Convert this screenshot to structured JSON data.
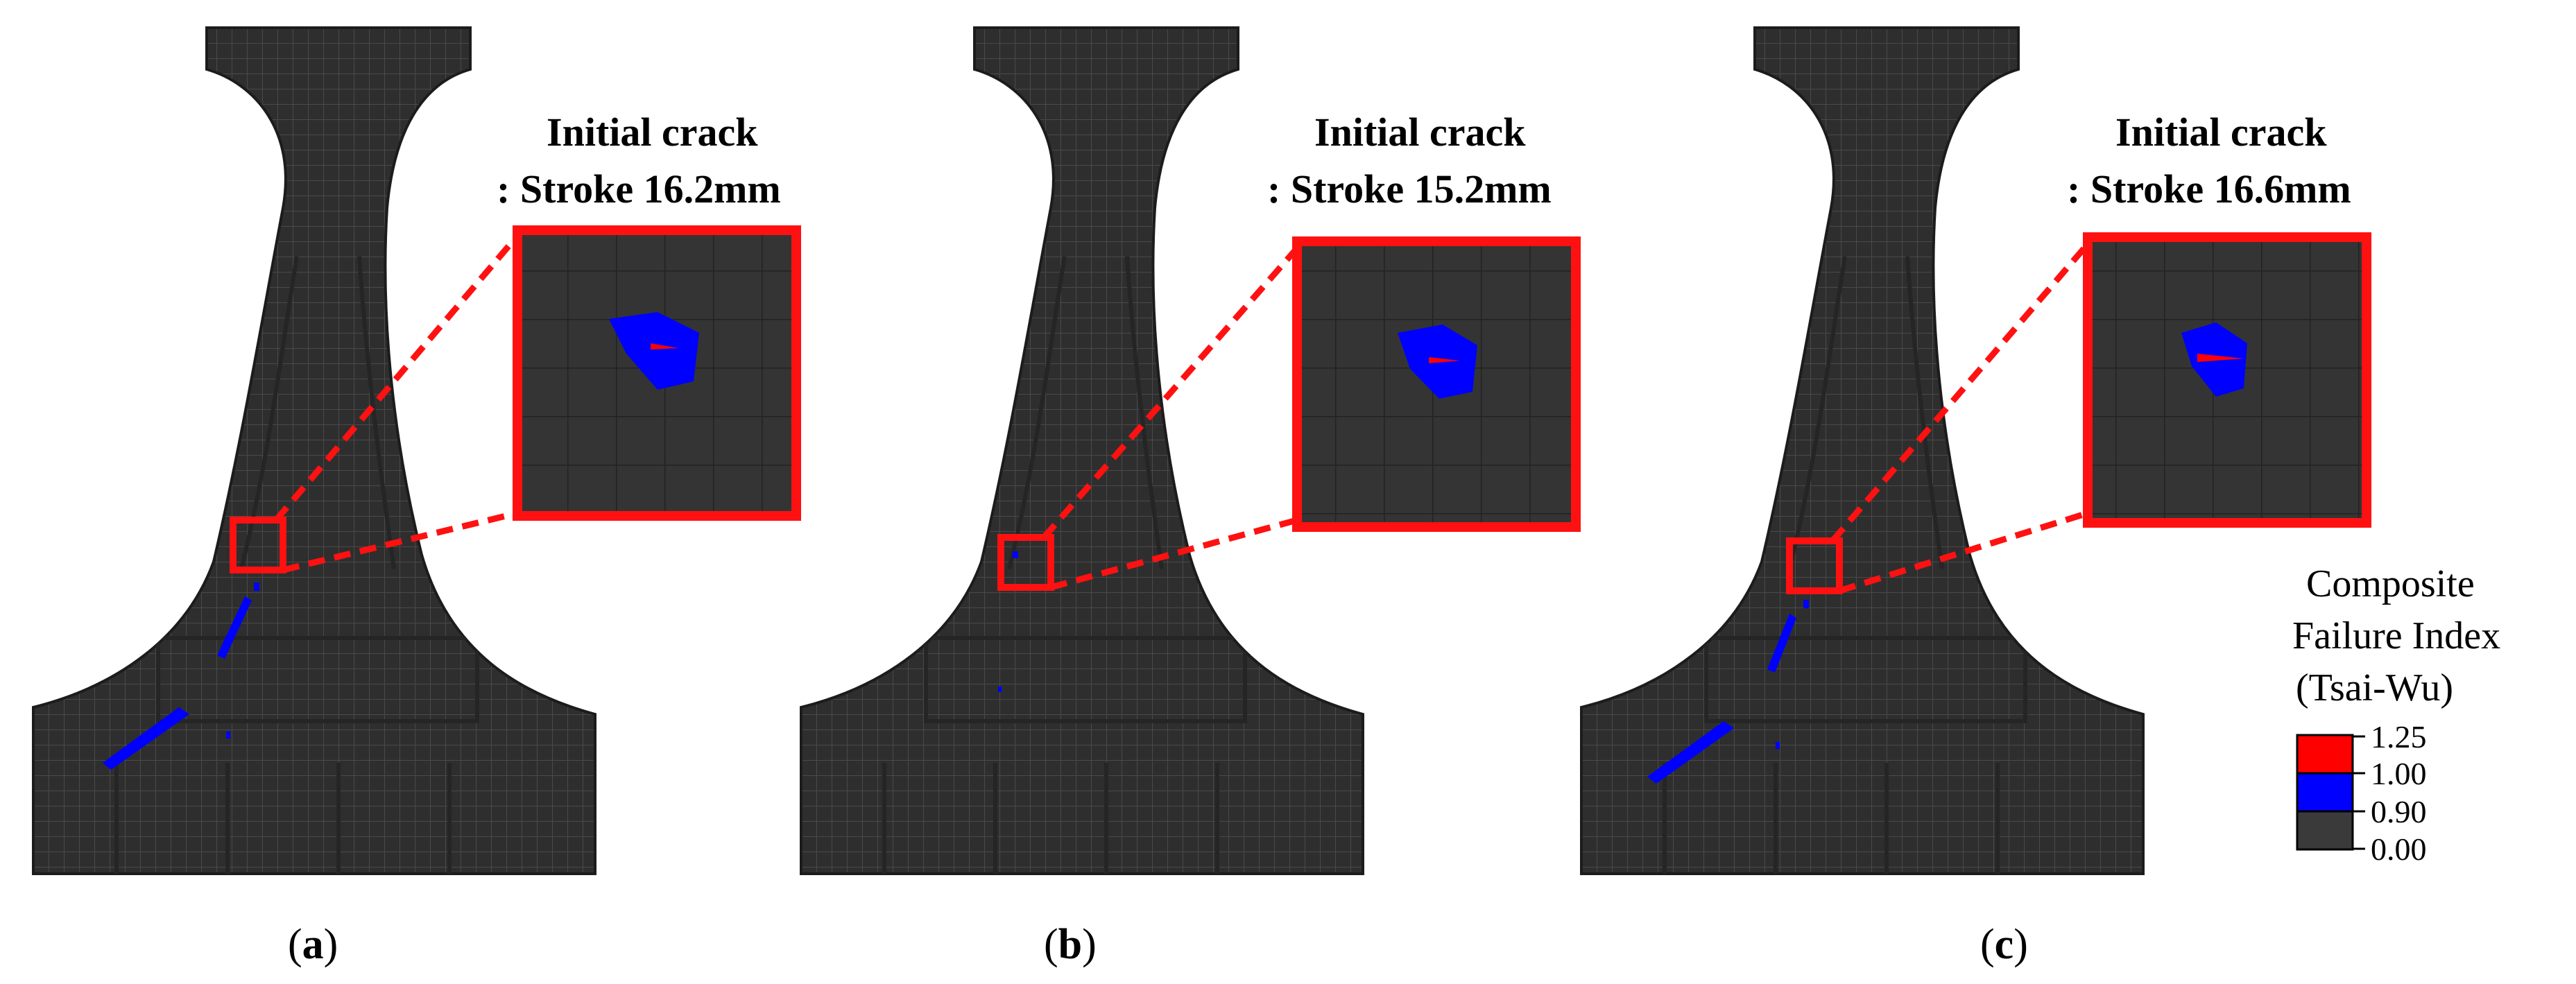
{
  "panels": [
    {
      "id": "a",
      "callout_line1": "Initial crack",
      "callout_line2": ": Stroke 16.2mm",
      "caption_open": "(",
      "caption_letter": "a",
      "caption_close": ")"
    },
    {
      "id": "b",
      "callout_line1": "Initial crack",
      "callout_line2": ": Stroke 15.2mm",
      "caption_open": "(",
      "caption_letter": "b",
      "caption_close": ")"
    },
    {
      "id": "c",
      "callout_line1": "Initial crack",
      "callout_line2": ": Stroke 16.6mm",
      "caption_open": "(",
      "caption_letter": "c",
      "caption_close": ")"
    }
  ],
  "legend": {
    "title_line1": "Composite",
    "title_line2": "Failure Index",
    "title_line3": "(Tsai-Wu)",
    "ticks": [
      "1.25",
      "1.00",
      "0.90",
      "0.00"
    ],
    "bands": [
      {
        "color": "#ff0000",
        "from": "1.00",
        "to": "1.25"
      },
      {
        "color": "#0000ff",
        "from": "0.90",
        "to": "1.00"
      },
      {
        "color": "#3a3a3a",
        "from": "0.00",
        "to": "0.90"
      }
    ]
  },
  "colors": {
    "mesh_fill": "#2e2e2e",
    "mesh_line": "#4d4d4d",
    "highlight": "#ff1111",
    "failure_blue": "#0000ff",
    "failure_red": "#ff0000"
  }
}
